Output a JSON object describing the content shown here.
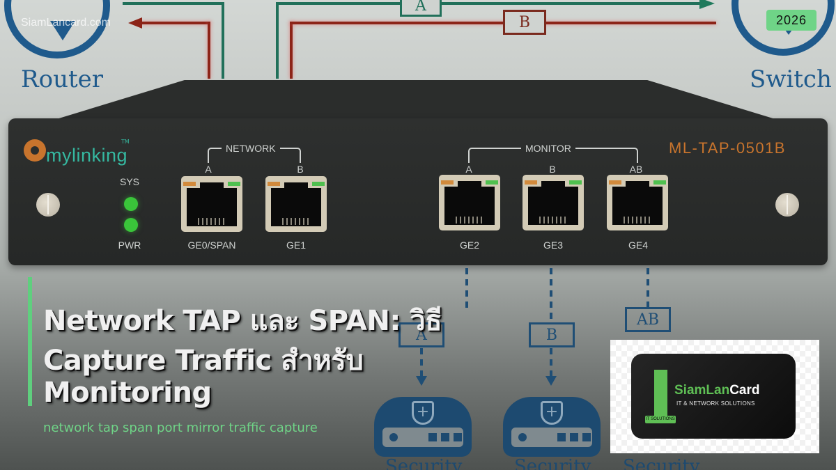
{
  "watermark": "SiamLancard.com",
  "diagram": {
    "router_label": "Router",
    "switch_label": "Switch",
    "year_badge": "2026",
    "flow_a_label": "A",
    "flow_b_label": "B",
    "colors": {
      "flow_a": "#21705a",
      "flow_b": "#8c2418",
      "node_blue": "#1f5a8c"
    }
  },
  "device": {
    "brand": "mylinking",
    "trademark": "TM",
    "model": "ML-TAP-0501B",
    "indicators": [
      {
        "label": "SYS",
        "state": "on"
      },
      {
        "label": "PWR",
        "state": "on"
      }
    ],
    "network_group": {
      "label": "NETWORK",
      "ports": [
        {
          "channel": "A",
          "name": "GE0/SPAN"
        },
        {
          "channel": "B",
          "name": "GE1"
        }
      ]
    },
    "monitor_group": {
      "label": "MONITOR",
      "ports": [
        {
          "channel": "A",
          "name": "GE2"
        },
        {
          "channel": "B",
          "name": "GE3"
        },
        {
          "channel": "AB",
          "name": "GE4"
        }
      ]
    }
  },
  "monitoring": {
    "tags": [
      "A",
      "B",
      "AB"
    ],
    "appliances": [
      "Security",
      "Security",
      "Security"
    ]
  },
  "article": {
    "title_lines": [
      "Network TAP และ SPAN: วิธี",
      "Capture Traffic สำหรับ",
      "Monitoring"
    ],
    "subtitle": "network tap span port mirror traffic capture",
    "accent_color": "#5fcf7e"
  },
  "logo": {
    "name_green": "SiamLan",
    "name_white": "Card",
    "tagline": "IT & NETWORK SOLUTIONS",
    "badge": "IT SOLUTIONS"
  }
}
